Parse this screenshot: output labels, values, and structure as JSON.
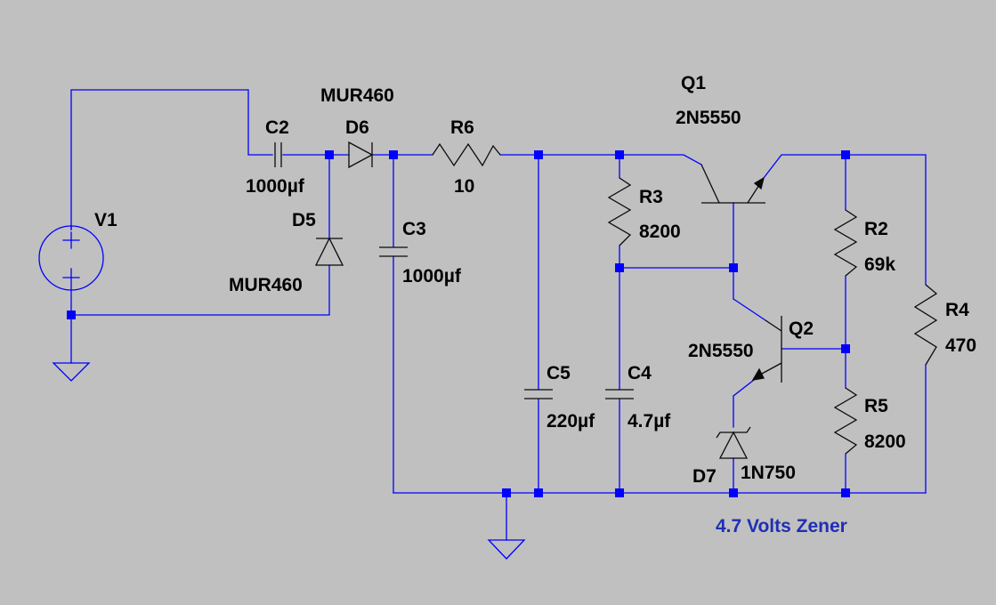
{
  "colors": {
    "background": "#c0c0c0",
    "wire": "#0000ff",
    "component": "#0a0a0a",
    "junction": "#0000ff",
    "note": "#1f2fb4"
  },
  "components": {
    "V1": {
      "ref": "V1"
    },
    "C2": {
      "ref": "C2",
      "value": "1000µf"
    },
    "D5": {
      "ref": "D5",
      "value": "MUR460"
    },
    "D6": {
      "ref": "D6",
      "value": "MUR460"
    },
    "C3": {
      "ref": "C3",
      "value": "1000µf"
    },
    "R6": {
      "ref": "R6",
      "value": "10"
    },
    "C5": {
      "ref": "C5",
      "value": "220µf"
    },
    "R3": {
      "ref": "R3",
      "value": "8200"
    },
    "C4": {
      "ref": "C4",
      "value": "4.7µf"
    },
    "Q1": {
      "ref": "Q1",
      "value": "2N5550"
    },
    "Q2": {
      "ref": "Q2",
      "value": "2N5550"
    },
    "D7": {
      "ref": "D7",
      "value": "1N750"
    },
    "R2": {
      "ref": "R2",
      "value": "69k"
    },
    "R5": {
      "ref": "R5",
      "value": "8200"
    },
    "R4": {
      "ref": "R4",
      "value": "470"
    }
  },
  "annotation": {
    "text": "4.7 Volts Zener"
  }
}
